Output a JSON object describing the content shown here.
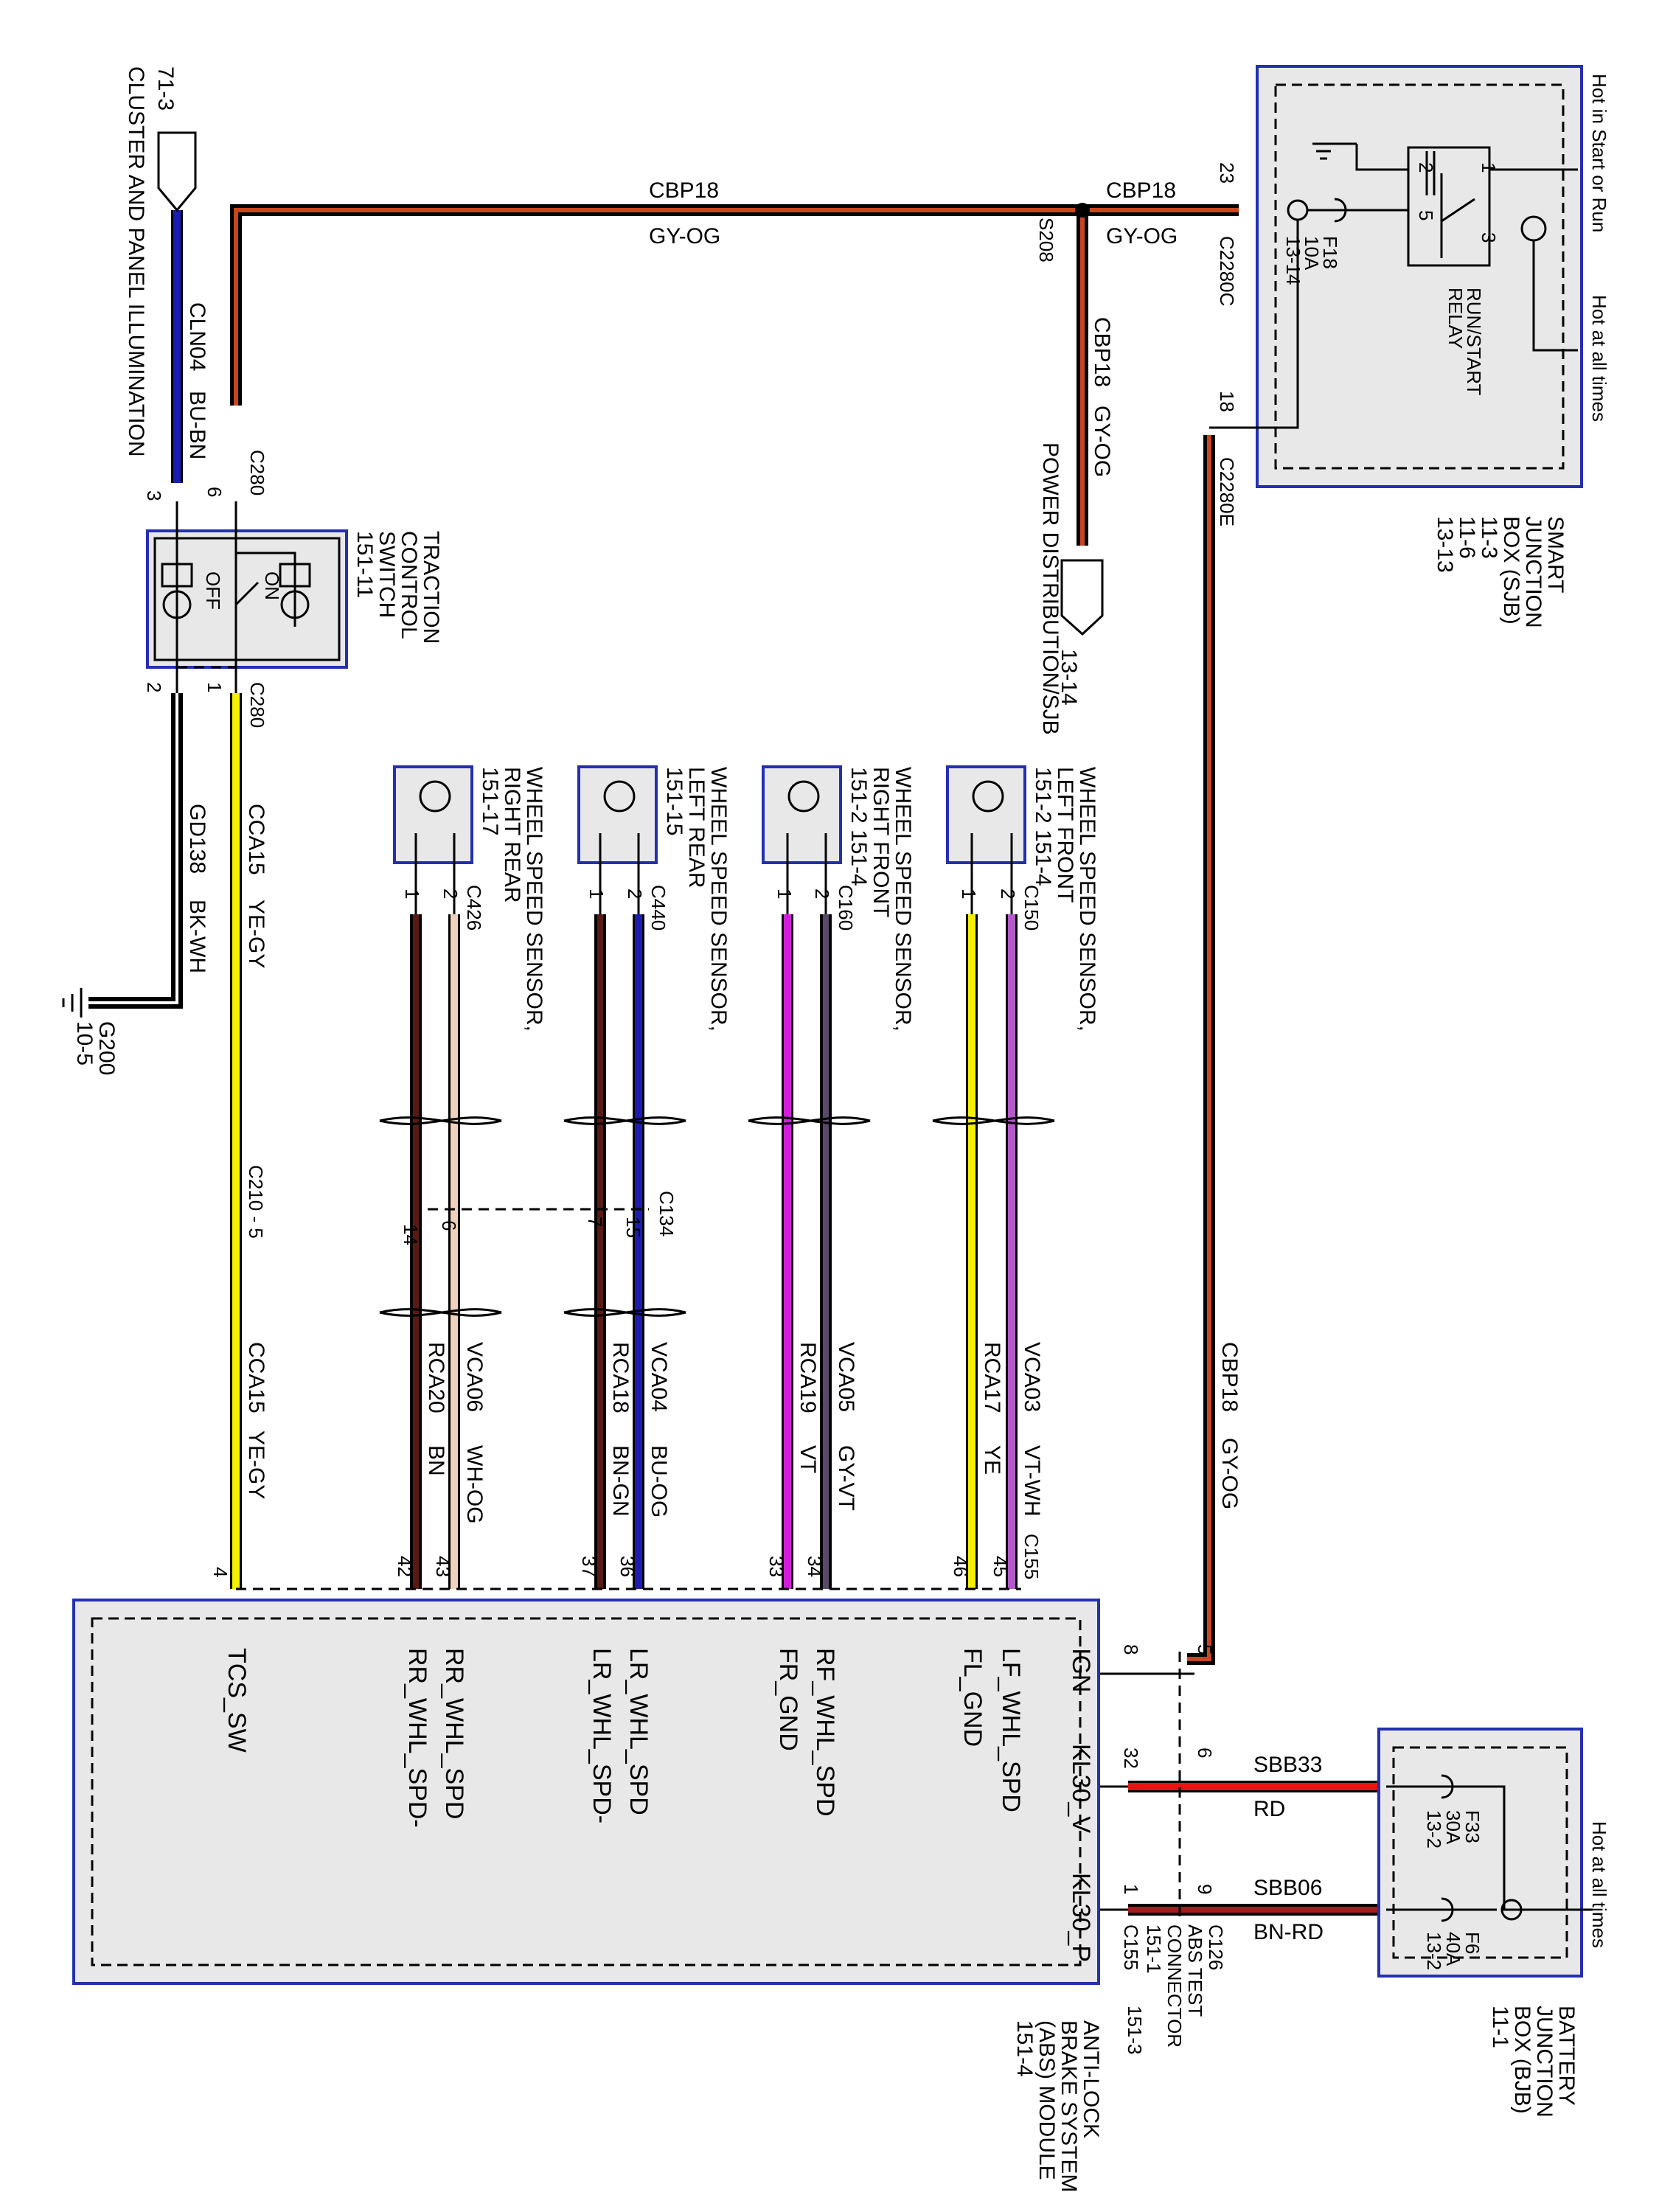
{
  "diagram": {
    "sjb": {
      "label_lines": [
        "SMART",
        "JUNCTION",
        "BOX (SJB)",
        "11-3",
        "11-6",
        "13-13"
      ],
      "hot_start_run": "Hot in Start or Run",
      "hot_all_times": "Hot at all times",
      "fuse": [
        "F18",
        "10A",
        "13-14"
      ],
      "relay_lines": [
        "RUN/START",
        "RELAY"
      ],
      "relay_pins": [
        "1",
        "2",
        "3",
        "5"
      ],
      "c2280c": "C2280C",
      "c2280c_pin": "23",
      "c2280e": "C2280E",
      "c2280e_pin": "18"
    },
    "bjb": {
      "label_lines": [
        "BATTERY",
        "JUNCTION",
        "BOX (BJB)",
        "11-1"
      ],
      "hot_all_times": "Hot at all times",
      "fuse_f33": [
        "F33",
        "30A",
        "13-2"
      ],
      "fuse_f6": [
        "F6",
        "40A",
        "13-2"
      ]
    },
    "cluster": {
      "ref": "71-3",
      "label": "CLUSTER AND PANEL ILLUMINATION"
    },
    "power_dist": {
      "ref": "13-14",
      "label": "POWER DISTRIBUTION/SJB"
    },
    "splice": "S208",
    "tcs_switch": {
      "label_lines": [
        "TRACTION",
        "CONTROL",
        "SWITCH",
        "151-11"
      ],
      "on": "ON",
      "off": "OFF",
      "c280": "C280",
      "pins": [
        "6",
        "3",
        "1",
        "2"
      ]
    },
    "ground": [
      "G200",
      "10-5"
    ],
    "c210": "C210 - 5",
    "c134": "C134",
    "c134_pins": [
      "6",
      "14",
      "15",
      "7"
    ],
    "c155": "C155",
    "c126": "C126",
    "abs_test": [
      "ABS TEST",
      "CONNECTOR",
      "151-1",
      "151-3"
    ],
    "abs_module": {
      "label_lines": [
        "ANTI-LOCK",
        "BRAKE SYSTEM",
        "(ABS) MODULE",
        "151-4"
      ],
      "pins_top": [
        "4",
        "42",
        "43",
        "37",
        "36",
        "33",
        "34",
        "46",
        "45"
      ],
      "pins_right": [
        "8",
        "32",
        "1"
      ],
      "c126_pins": [
        "5",
        "6",
        "9"
      ],
      "signals": [
        "TCS_SW",
        "RR_WHL_SPD",
        "RR_WHL_SPD-",
        "LR_WHL_SPD",
        "LR_WHL_SPD-",
        "RF_WHL_SPD",
        "FR_GND",
        "LF_WHL_SPD",
        "FL_GND",
        "IGN",
        "KL30_V",
        "KL30_P"
      ]
    },
    "sensors": [
      {
        "lines": [
          "WHEEL SPEED SENSOR,",
          "LEFT FRONT",
          "151-2   151-4"
        ],
        "conn": "C150",
        "pins": [
          "1",
          "2"
        ]
      },
      {
        "lines": [
          "WHEEL SPEED SENSOR,",
          "RIGHT FRONT",
          "151-2   151-4"
        ],
        "conn": "C160",
        "pins": [
          "1",
          "2"
        ]
      },
      {
        "lines": [
          "WHEEL SPEED SENSOR,",
          "LEFT REAR",
          "151-15"
        ],
        "conn": "C440",
        "pins": [
          "1",
          "2"
        ]
      },
      {
        "lines": [
          "WHEEL SPEED SENSOR,",
          "RIGHT REAR",
          "151-17"
        ],
        "conn": "C426",
        "pins": [
          "1",
          "2"
        ]
      }
    ],
    "wires": {
      "cbp18_top_left": [
        "CBP18",
        "GY-OG"
      ],
      "cbp18_top_right": [
        "CBP18",
        "GY-OG"
      ],
      "cbp18_down": [
        "CBP18",
        "GY-OG"
      ],
      "cbp18_right": [
        "CBP18",
        "GY-OG"
      ],
      "cln04": [
        "CLN04",
        "BU-BN"
      ],
      "gd138": [
        "GD138",
        "BK-WH"
      ],
      "cca15_a": [
        "CCA15",
        "YE-GY"
      ],
      "cca15_b": [
        "CCA15",
        "YE-GY"
      ],
      "vca03": [
        "VCA03",
        "VT-WH"
      ],
      "rca17": [
        "RCA17",
        "YE"
      ],
      "vca05": [
        "VCA05",
        "GY-VT"
      ],
      "rca19": [
        "RCA19",
        "VT"
      ],
      "vca04": [
        "VCA04",
        "BU-OG"
      ],
      "rca18": [
        "RCA18",
        "BN-GN"
      ],
      "vca06": [
        "VCA06",
        "WH-OG"
      ],
      "rca20": [
        "RCA20",
        "BN"
      ],
      "sbb33": [
        "SBB33",
        "RD"
      ],
      "sbb06": [
        "SBB06",
        "BN-RD"
      ]
    },
    "colors": {
      "gy_og": "#c8461e",
      "bu": "#1c1cb4",
      "ye": "#f5f000",
      "vt": "#d21edc",
      "bn": "#5a1a14",
      "rd": "#e61414",
      "wh_og": "#f0d2bc",
      "vt_wh": "#b45ac8",
      "bk": "#000000"
    }
  }
}
